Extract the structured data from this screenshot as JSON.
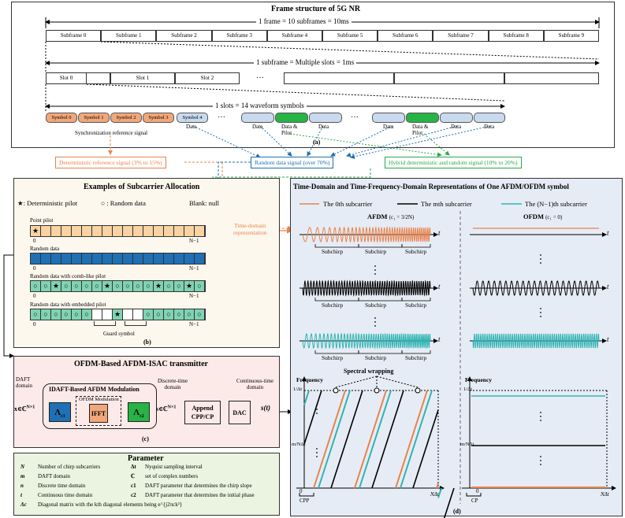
{
  "frame": {
    "title": "Frame structure of 5G NR",
    "frame_dim": "1 frame = 10 subframes = 10ms",
    "subframes": [
      "Subframe 0",
      "Subframe 1",
      "Subframe 2",
      "Subframe 3",
      "Subframe 4",
      "Subframe 5",
      "Subframe 6",
      "Subframe 7",
      "Subframe 8",
      "Subframe 9"
    ],
    "subframe_dim": "1 subframe = Multiple slots = 1ms",
    "slots": [
      "Slot 0",
      "Slot 1",
      "Slot 2"
    ],
    "ellipsis": "···",
    "slot_dim": "1 slots = 14 waveform symbols",
    "symbols": [
      "Symbol 0",
      "Symbol 1",
      "Symbol 2",
      "Symbol 3",
      "Symbol 4"
    ],
    "sync_label": "Synchronization reference signal",
    "data": "Data",
    "data_pilot": "Data &\nPilot",
    "caption": "(a)"
  },
  "signals": {
    "deterministic": "Deterministic reference signal (3% to 15%)",
    "random": "Random data signal (over 70%)",
    "hybrid": "Hybrid deterministic and random signal (10% to 20%)"
  },
  "colors": {
    "orange": "#e8834a",
    "blue": "#1f6fb0",
    "green": "#2aa84a",
    "sym_orange": "#f0a77a",
    "sym_blue": "#c9d9ee",
    "sym_green": "#27b345",
    "grid_orange": "#f9d3a1",
    "grid_blue": "#1f70b5",
    "grid_teal": "#7fd3b2",
    "teal_line": "#30b3b3"
  },
  "allocation": {
    "title": "Examples of Subcarrier Allocation",
    "legend_det": ": Deterministic pilot",
    "legend_rand": ": Random data",
    "legend_blank": "Blank: null",
    "rows": [
      {
        "label": "Point pilot"
      },
      {
        "label": "Random data"
      },
      {
        "label": "Random data with comb-like pilot"
      },
      {
        "label": "Random data with embedded pilot"
      }
    ],
    "zero": "0",
    "nminus1": "N−1",
    "guard": "Guard symbol",
    "time_domain": "Time-domain\nrepresentation",
    "caption": "(b)"
  },
  "transmitter": {
    "title": "OFDM-Based AFDM-ISAC transmitter",
    "daft_domain": "DAFT\ndomain",
    "x_vec": "x∈ℂ",
    "x_sup": "N×1",
    "idaft_title": "IDAFT-Based AFDM Modulation",
    "ofdm_mod": "OFDM Modulation",
    "lambda_c1": "Λ",
    "sub_c1": "c1",
    "ifft": "IFFT",
    "lambda_c2": "Λ",
    "sub_c2": "c2",
    "discrete": "Discrete-time\ndomain",
    "s_vec": "s∈ℂ",
    "s_sup": "N×1",
    "append": "Append\nCPP/CP",
    "dac": "DAC",
    "continuous": "Continuous-time\ndomain",
    "st": "s(t)",
    "caption": "(c)"
  },
  "parameters": {
    "title": "Parameter",
    "left": [
      {
        "sym": "N",
        "desc": "Number of chirp subcarriers"
      },
      {
        "sym": "m",
        "desc": "DAFT domain"
      },
      {
        "sym": "n",
        "desc": "Discrete time domain"
      },
      {
        "sym": "t",
        "desc": "Continuous time domain"
      },
      {
        "sym": "Λc",
        "desc": "Diagonal matrix with the kth diagonal elements being e^{j2πck²}"
      }
    ],
    "right": [
      {
        "sym": "Δt",
        "desc": "Nyquist sampling interval"
      },
      {
        "sym": "ℂ",
        "desc": "set of complex numbers"
      },
      {
        "sym": "c1",
        "desc": "DAFT parameter that determines the chirp slope"
      },
      {
        "sym": "c2",
        "desc": "DAFT parameter that determines the initial phase"
      }
    ]
  },
  "representation": {
    "title": "Time-Domain and Time-Frequency-Domain Representations of One AFDM/OFDM symbol",
    "legend": [
      "The 0th subcarrier",
      "The mth subcarrier",
      "The (N−1)th subcarrier"
    ],
    "afdm": "AFDM",
    "afdm_param": "(c₁ = 3/2N)",
    "ofdm": "OFDM",
    "ofdm_param": "(c₁ = 0)",
    "subchirp": "Subchirp",
    "t": "t",
    "spectral": "Spectral wrapping",
    "frequency": "Frequency",
    "f_top": "1/Δt",
    "f_mid": "m/NΔt",
    "zero": "0",
    "x_end": "NΔt",
    "cpp": "CPP",
    "cp": "CP",
    "caption": "(d)"
  }
}
